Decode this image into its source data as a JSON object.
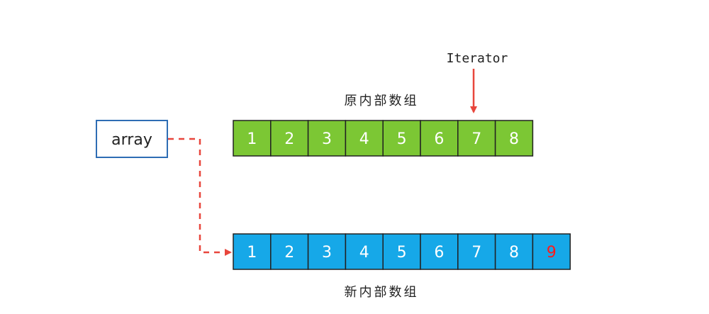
{
  "colors": {
    "old_array_fill": "#7cc734",
    "new_array_fill": "#16a8e8",
    "cell_border": "#222222",
    "array_box_border": "#2e6db4",
    "pointer_red": "#e8463c",
    "new_item_text": "#ff1a1a"
  },
  "iterator": {
    "label": "Iterator",
    "points_to_index": 6
  },
  "variable": {
    "label": "array"
  },
  "old_array": {
    "caption": "原内部数组",
    "values": [
      "1",
      "2",
      "3",
      "4",
      "5",
      "6",
      "7",
      "8"
    ]
  },
  "new_array": {
    "caption": "新内部数组",
    "values": [
      "1",
      "2",
      "3",
      "4",
      "5",
      "6",
      "7",
      "8",
      "9"
    ],
    "highlight_index": 8
  }
}
